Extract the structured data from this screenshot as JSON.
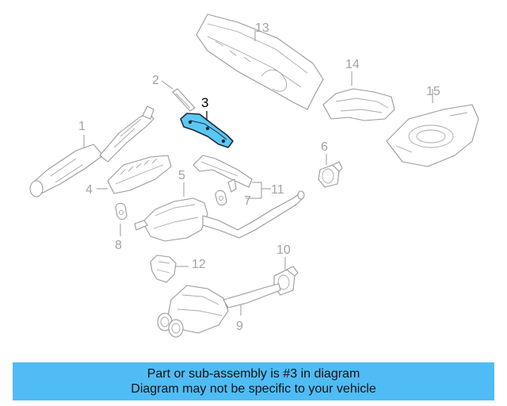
{
  "callouts": {
    "c1": "1",
    "c2": "2",
    "c3": "3",
    "c4": "4",
    "c5": "5",
    "c6": "6",
    "c7": "7",
    "c8": "8",
    "c9": "9",
    "c10": "10",
    "c11": "11",
    "c12": "12",
    "c13": "13",
    "c14": "14",
    "c15": "15"
  },
  "highlight": {
    "part_number": "3",
    "color": "#5ac8f5"
  },
  "banner": {
    "line1": "Part or sub-assembly is #3 in diagram",
    "line2": "Diagram may not be specific to your vehicle",
    "background": "#4fbcf5"
  }
}
